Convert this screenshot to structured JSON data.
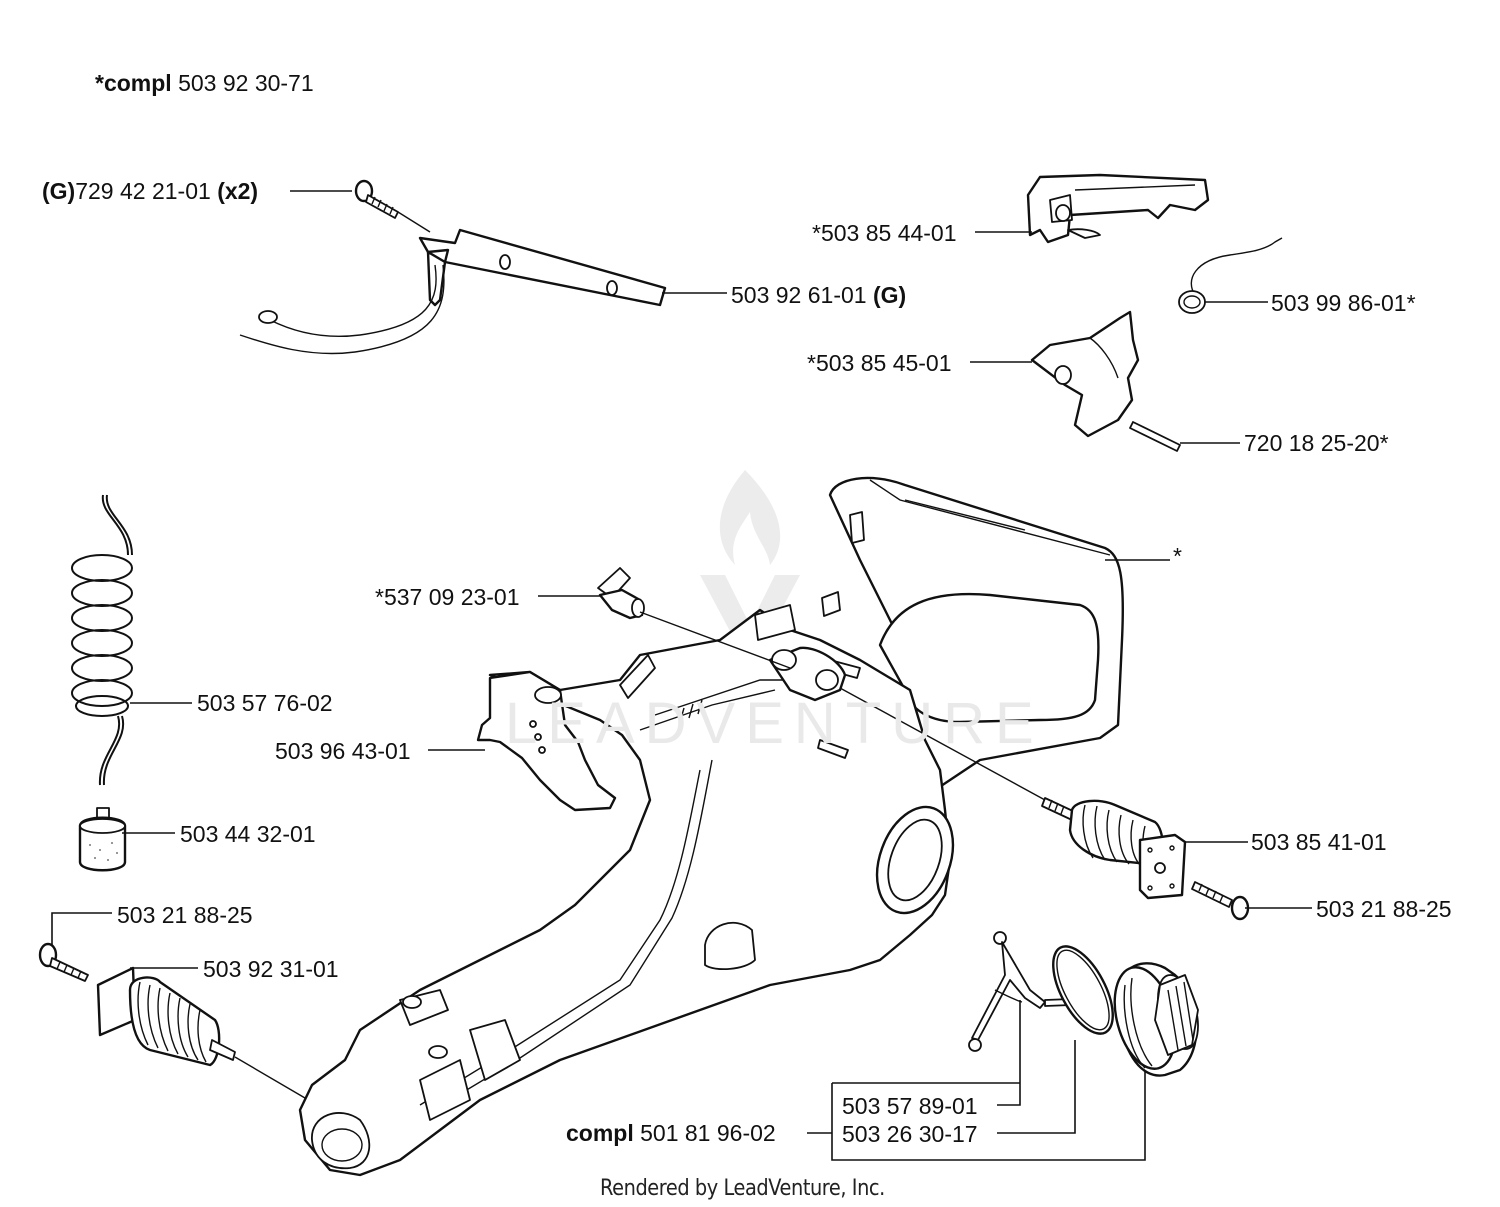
{
  "header": {
    "compl_prefix": "*compl",
    "compl_number": "503 92 30-71"
  },
  "labels": {
    "screw_g_prefix": "(G)",
    "screw_g_number": "729 42 21-01",
    "screw_g_qty": "(x2)",
    "bracket_number": "503 92 61-01",
    "bracket_suffix": "(G)",
    "throttle_trigger": "*503 85 44-01",
    "spring": "503 99 86-01*",
    "lockout": "*503 85 45-01",
    "pin": "720 18 25-20*",
    "handle_star": "*",
    "nipple": "*537 09 23-01",
    "fuel_hose": "503 57 76-02",
    "guard": "503 96 43-01",
    "fuel_filter": "503 44 32-01",
    "av_spring_right": "503 85 41-01",
    "screw_right": "503 21 88-25",
    "screw_left": "503 21 88-25",
    "av_spring_left": "503 92 31-01",
    "cap_compl_prefix": "compl",
    "cap_compl_number": "501 81 96-02",
    "cap_strap": "503 57 89-01",
    "cap_oring": "503 26 30-17"
  },
  "footer": {
    "rendered_by": "Rendered by LeadVenture, Inc."
  },
  "watermark": {
    "text": "LEADVENTURE"
  }
}
